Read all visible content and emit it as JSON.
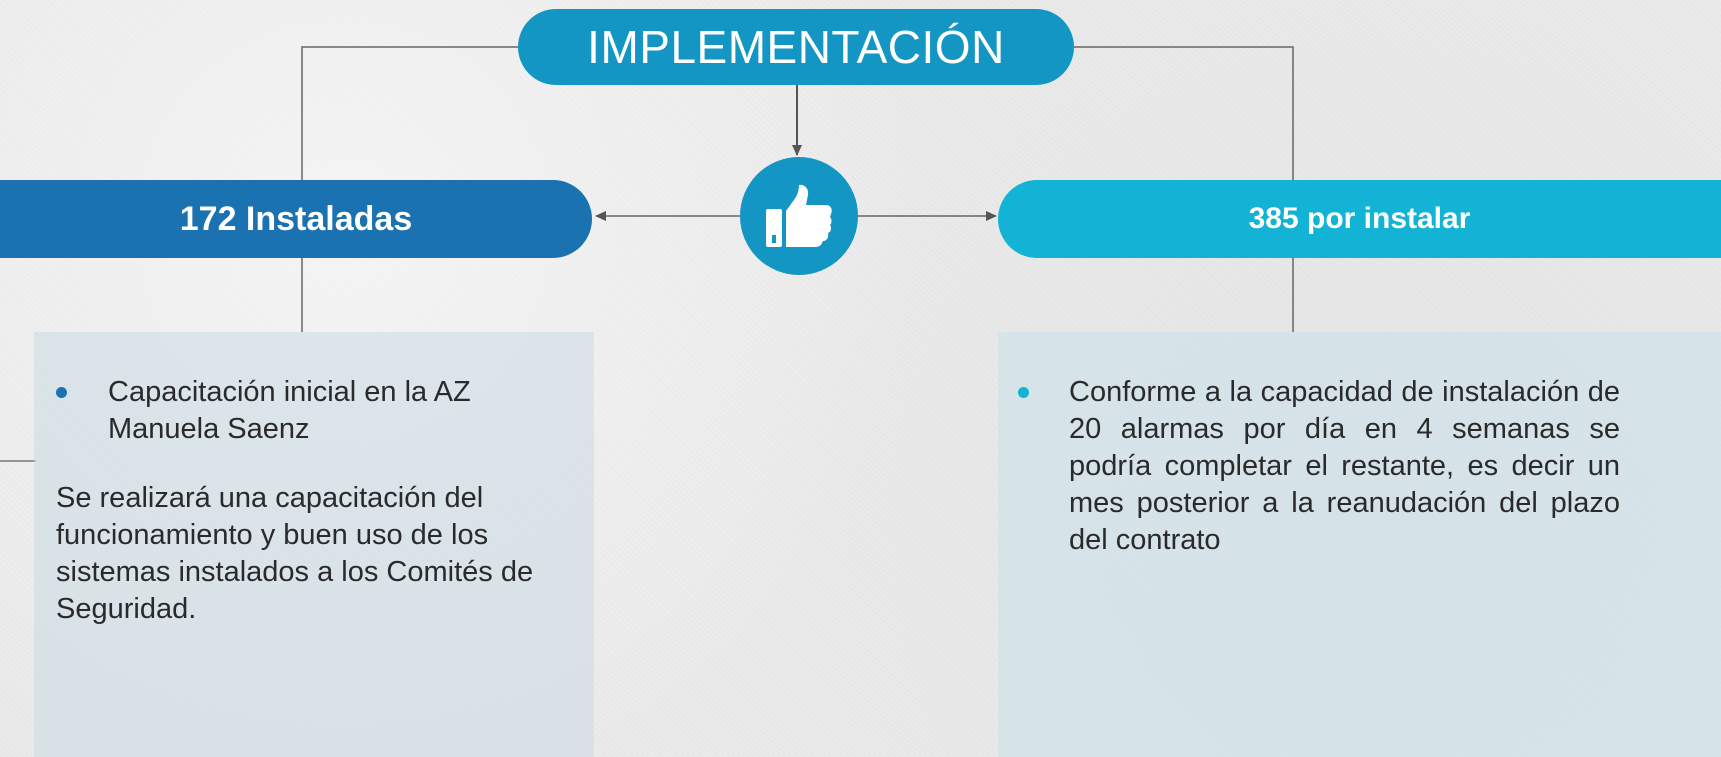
{
  "title": "IMPLEMENTACIÓN",
  "left": {
    "heading": "172 Instaladas",
    "bullet": "Capacitación inicial en la AZ Manuela Saenz",
    "paragraph": "Se realizará una capacitación del funcionamiento y buen uso de los sistemas instalados a los Comités de Seguridad."
  },
  "right": {
    "heading": "385 por instalar",
    "bullet": "Conforme a la capacidad de instalación de 20 alarmas por día en 4 semanas se podría completar el restante, es decir un mes posterior a la reanudación del plazo del contrato"
  },
  "center_icon": "thumbs-up-icon",
  "colors": {
    "title": "#1396c4",
    "left": "#1a72b0",
    "right": "#13b3d6"
  }
}
